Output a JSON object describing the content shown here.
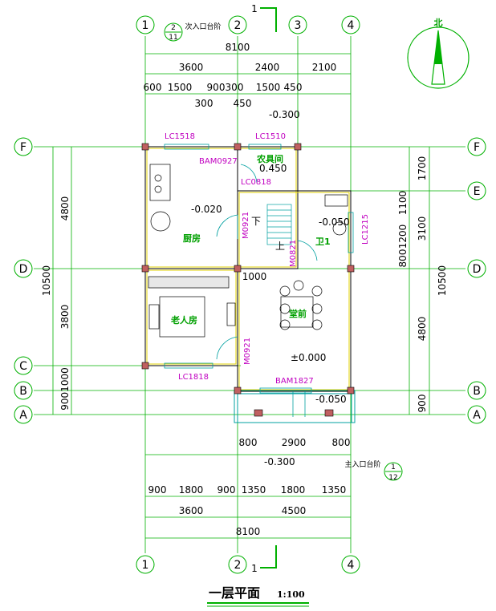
{
  "title": {
    "main": "一层平面",
    "scale": "1:100"
  },
  "north": {
    "label": "北"
  },
  "axes": {
    "top": [
      "1",
      "2",
      "3",
      "4"
    ],
    "bottom": [
      "1",
      "2",
      "4"
    ],
    "left": [
      "F",
      "D",
      "C",
      "B",
      "A"
    ],
    "right": [
      "F",
      "E",
      "D",
      "B",
      "A"
    ]
  },
  "section_marks": {
    "top": "1",
    "bottom": "1"
  },
  "index_marks": {
    "top": {
      "num": "2",
      "den": "11",
      "note": "次入口台阶"
    },
    "bottom": {
      "num": "1",
      "den": "12",
      "note": "主入口台阶"
    }
  },
  "dims_top": {
    "total": "8100",
    "row2": [
      "3600",
      "2400",
      "2100"
    ],
    "row3": [
      "600",
      "1500",
      "900",
      "300",
      "1500",
      "450"
    ],
    "row4": [
      "300",
      "450"
    ]
  },
  "dims_bottom": {
    "row1": [
      "800",
      "2900",
      "800"
    ],
    "row2": [
      "900",
      "1800",
      "900",
      "1350",
      "1800",
      "1350"
    ],
    "row3": [
      "3600",
      "4500"
    ],
    "total": "8100"
  },
  "dims_left": {
    "total": "10500",
    "segments": [
      "4800",
      "3800",
      "1000",
      "900"
    ],
    "stack": "9001000"
  },
  "dims_right": {
    "total": "10500",
    "segments": [
      "1700",
      "3100",
      "4800",
      "900"
    ],
    "sub": [
      "1100",
      "1200",
      "800"
    ]
  },
  "dim_1000": "1000",
  "levels": [
    "-0.300",
    "0.450",
    "-0.020",
    "-0.050",
    "±0.000",
    "-0.050",
    "-0.300"
  ],
  "openings": [
    "LC1518",
    "LC1510",
    "BAM0927",
    "LC0818",
    "M0921",
    "M0821",
    "LC1215",
    "M0921",
    "LC1818",
    "BAM1827"
  ],
  "rooms": [
    "农具间",
    "厨房",
    "卫1",
    "老人房",
    "堂前"
  ],
  "stair": {
    "down": "下",
    "up": "上"
  }
}
